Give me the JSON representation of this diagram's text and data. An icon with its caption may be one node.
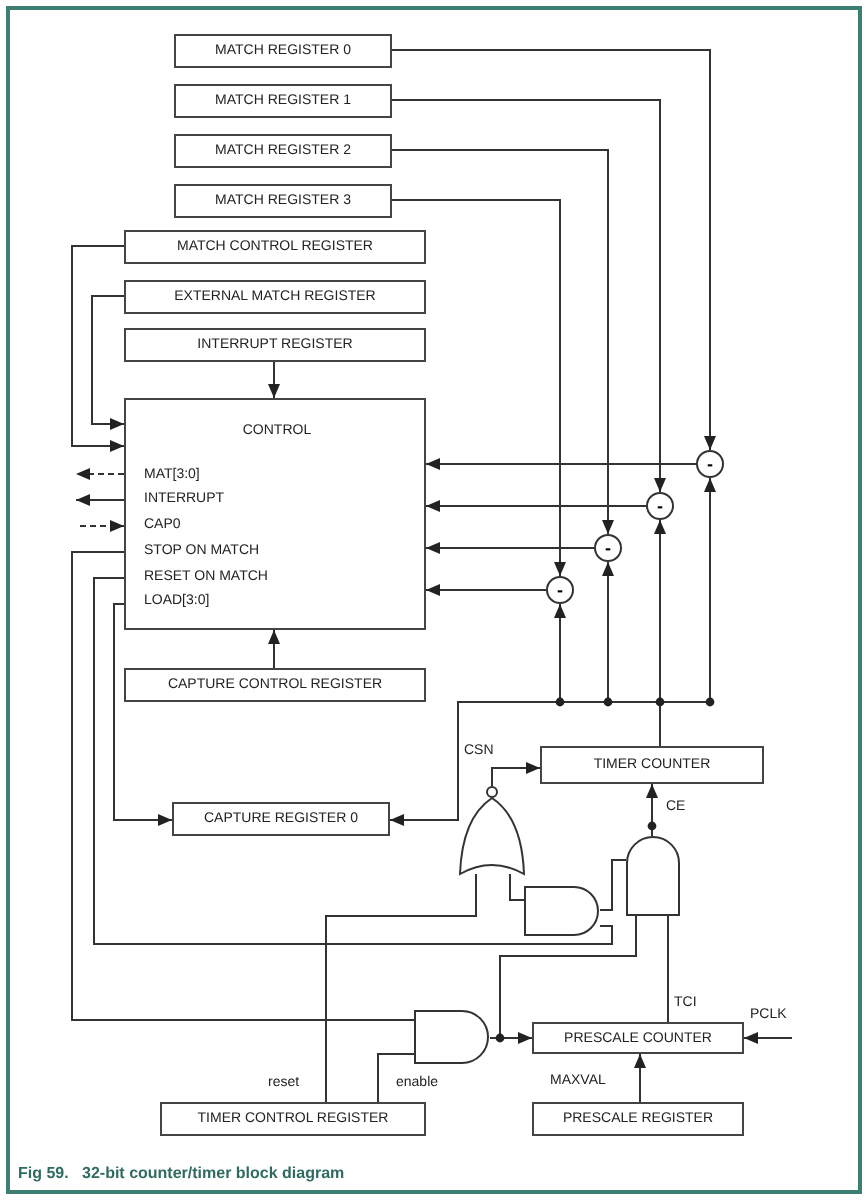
{
  "diagram": {
    "caption": "Fig 59.   32-bit counter/timer block diagram",
    "nodes": [
      {
        "text": [
          "MATCH REGISTER 0"
        ]
      },
      {
        "text": [
          "MATCH REGISTER 1"
        ]
      },
      {
        "text": [
          "MATCH REGISTER 2"
        ]
      },
      {
        "text": [
          "MATCH REGISTER 3"
        ]
      },
      {
        "text": [
          "MATCH CONTROL REGISTER"
        ]
      },
      {
        "text": [
          "EXTERNAL MATCH REGISTER"
        ]
      },
      {
        "text": [
          "INTERRUPT REGISTER"
        ]
      },
      {
        "text": [
          "CONTROL",
          "MAT[3:0]",
          "INTERRUPT",
          "CAP0",
          "STOP ON MATCH",
          "RESET ON MATCH",
          "LOAD[3:0]"
        ]
      },
      {
        "text": [
          "-"
        ]
      },
      {
        "text": [
          "-"
        ]
      },
      {
        "text": [
          "-"
        ]
      },
      {
        "text": [
          "-"
        ]
      },
      {
        "text": [
          "CAPTURE CONTROL REGISTER"
        ]
      },
      {
        "text": [
          "TIMER COUNTER"
        ]
      },
      {
        "text": [
          "CAPTURE REGISTER 0"
        ]
      },
      {
        "text": [],
        "shape": "gate"
      },
      {
        "text": [],
        "shape": "gate"
      },
      {
        "text": [],
        "shape": "gate"
      },
      {
        "text": [],
        "shape": "gate"
      },
      {
        "text": [
          "PRESCALE COUNTER"
        ]
      },
      {
        "text": [
          "TIMER CONTROL REGISTER"
        ]
      },
      {
        "text": [
          "PRESCALE REGISTER"
        ]
      }
    ],
    "edges": [
      {
        "from": 0,
        "to": 8,
        "arrow": "to"
      },
      {
        "from": 1,
        "to": 9,
        "arrow": "to"
      },
      {
        "from": 2,
        "to": 10,
        "arrow": "to"
      },
      {
        "from": 3,
        "to": 11,
        "arrow": "to"
      },
      {
        "from": 8,
        "to": 7,
        "arrow": "to"
      },
      {
        "from": 9,
        "to": 7,
        "arrow": "to"
      },
      {
        "from": 10,
        "to": 7,
        "arrow": "to"
      },
      {
        "from": 11,
        "to": 7,
        "arrow": "to"
      },
      {
        "from": 13,
        "to": 8,
        "arrow": "to"
      },
      {
        "from": 13,
        "to": 9,
        "arrow": "to"
      },
      {
        "from": 13,
        "to": 10,
        "arrow": "to"
      },
      {
        "from": 13,
        "to": 11,
        "arrow": "to"
      },
      {
        "from": 13,
        "to": 14,
        "arrow": "to"
      },
      {
        "from": 4,
        "to": 7,
        "arrow": "to"
      },
      {
        "from": 5,
        "to": 7,
        "arrow": "to"
      },
      {
        "from": 6,
        "to": 7,
        "arrow": "to"
      },
      {
        "from": 12,
        "to": 7,
        "arrow": "to"
      },
      {
        "from": 7,
        "to": null,
        "arrow": "to",
        "style": "dashed"
      },
      {
        "from": 7,
        "to": null,
        "arrow": "to"
      },
      {
        "from": null,
        "to": 7,
        "arrow": "to",
        "style": "dashed"
      },
      {
        "from": 7,
        "to": 18,
        "arrow": "none"
      },
      {
        "from": 7,
        "to": 16,
        "arrow": "none"
      },
      {
        "from": 7,
        "to": 14,
        "arrow": "to"
      },
      {
        "from": 15,
        "to": 13,
        "arrow": "to",
        "label": "CSN"
      },
      {
        "from": 17,
        "to": 13,
        "arrow": "to",
        "label": "CE"
      },
      {
        "from": 19,
        "to": 17,
        "arrow": "none",
        "label": "TCI"
      },
      {
        "from": 18,
        "to": 19,
        "arrow": "to"
      },
      {
        "from": 18,
        "to": 17,
        "arrow": "none"
      },
      {
        "from": null,
        "to": 19,
        "arrow": "to",
        "label": "PCLK"
      },
      {
        "from": 21,
        "to": 19,
        "arrow": "to",
        "label": "MAXVAL"
      },
      {
        "from": 20,
        "to": 15,
        "arrow": "none",
        "label": "reset"
      },
      {
        "from": 20,
        "to": 18,
        "arrow": "none",
        "label": "enable"
      },
      {
        "from": 15,
        "to": 16,
        "arrow": "none"
      },
      {
        "from": 16,
        "to": 17,
        "arrow": "none"
      }
    ]
  }
}
